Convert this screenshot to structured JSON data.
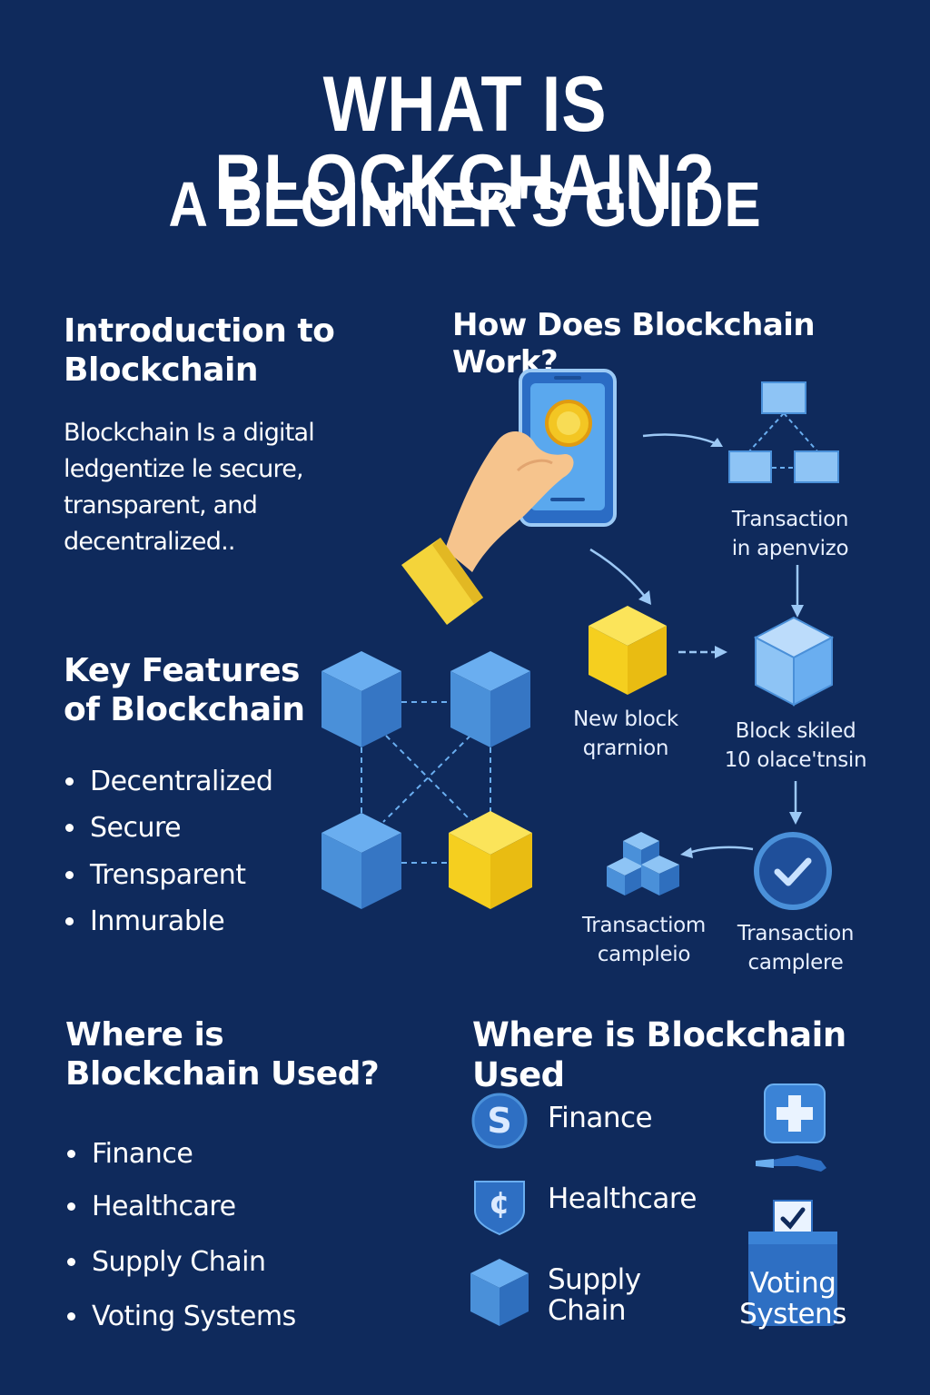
{
  "title": {
    "main": "WHAT IS BLOCKCHAIN?",
    "sub": "A BEGINNER'S GUIDE"
  },
  "intro": {
    "heading_line1": "Introduction to",
    "heading_line2": "Blockchain",
    "body_lines": [
      "Blockchain Is a digital",
      "ledgentize le secure,",
      "transparent, and",
      "decentralized.."
    ]
  },
  "how": {
    "heading": "How Does Blockchain Work?",
    "labels": {
      "transaction_line1": "Transaction",
      "transaction_line2": "in apenvizo",
      "new_block_line1": "New block",
      "new_block_line2": "qrarnion",
      "block_skiled_line1": "Block skiled",
      "block_skiled_line2": "10 olace'tnsin",
      "tx_campleio_line1": "Transactiom",
      "tx_campleio_line2": "campleio",
      "tx_camplere_line1": "Transaction",
      "tx_camplere_line2": "camplere"
    }
  },
  "features": {
    "heading_line1": "Key Features",
    "heading_line2": "of Blockchain",
    "items": [
      "Decentralized",
      "Secure",
      "Trensparent",
      "Inmurable"
    ]
  },
  "where_left": {
    "heading_line1": "Where is",
    "heading_line2": "Blockchain Used?",
    "items": [
      "Finance",
      "Healthcare",
      "Supply Chain",
      "Voting Systems"
    ]
  },
  "where_right": {
    "heading": "Where is Blockchain Used",
    "finance": "Finance",
    "finance_glyph": "S",
    "healthcare": "Healthcare",
    "healthcare_glyph": "¢",
    "supply_line1": "Supply",
    "supply_line2": "Chain",
    "voting_line1": "Voting",
    "voting_line2": "Systens"
  },
  "colors": {
    "background": "#0f2a5c",
    "cube_blue": "#4a90d9",
    "cube_yellow": "#f5d63a",
    "line_blue": "#6aaef0",
    "check_circle": "#1f4f9a"
  },
  "icons": [
    "hand-phone-icon",
    "coin-icon",
    "network-icon",
    "cube-icon",
    "check-circle-icon",
    "dollar-icon",
    "shield-icon",
    "medical-cross-icon",
    "ballot-box-icon"
  ]
}
